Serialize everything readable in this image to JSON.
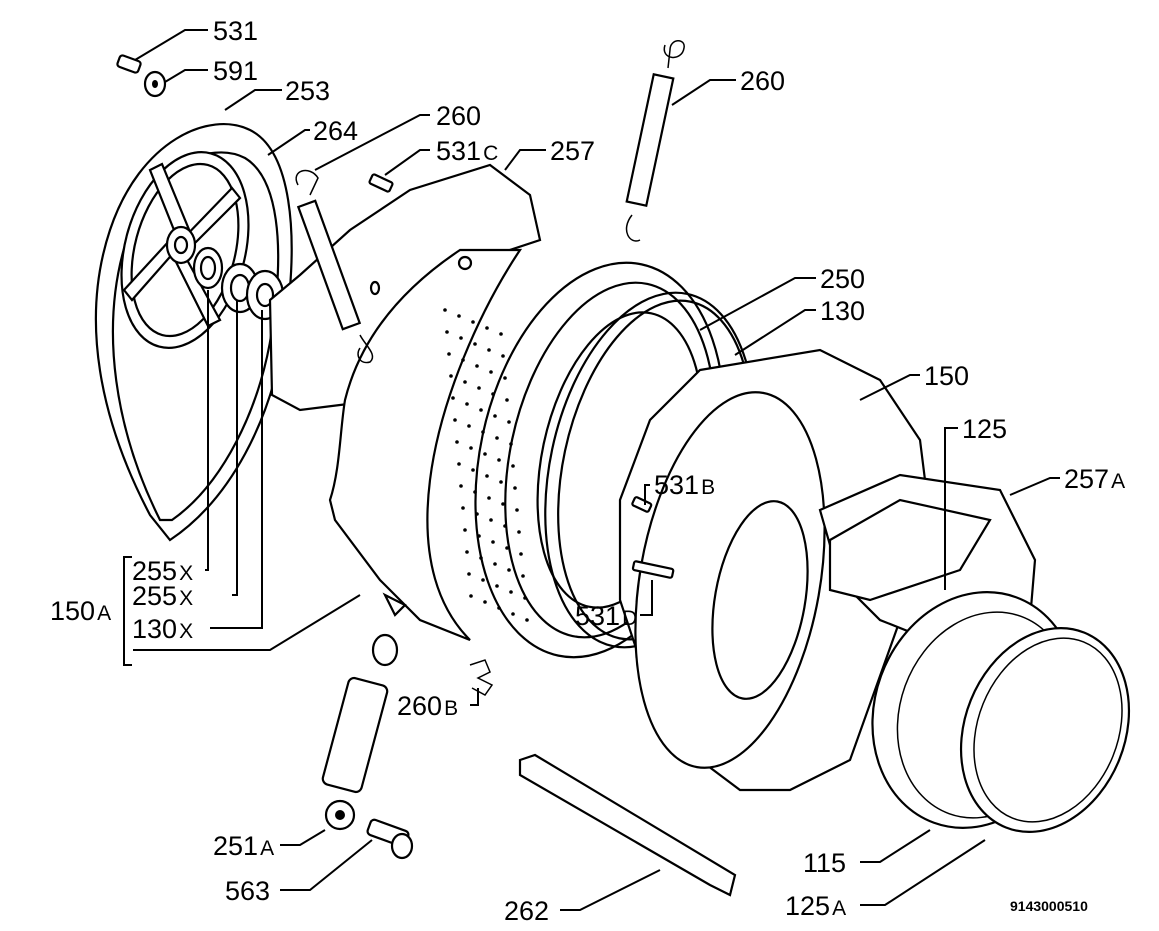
{
  "diagram": {
    "code": "9143000510",
    "labels": {
      "p531": {
        "num": "531",
        "sub": ""
      },
      "p591": {
        "num": "591",
        "sub": ""
      },
      "p253": {
        "num": "253",
        "sub": ""
      },
      "p264": {
        "num": "264",
        "sub": ""
      },
      "p260a": {
        "num": "260",
        "sub": ""
      },
      "p531c": {
        "num": "531",
        "sub": "C"
      },
      "p257": {
        "num": "257",
        "sub": ""
      },
      "p260b": {
        "num": "260",
        "sub": ""
      },
      "p250": {
        "num": "250",
        "sub": ""
      },
      "p130": {
        "num": "130",
        "sub": ""
      },
      "p150": {
        "num": "150",
        "sub": ""
      },
      "p125": {
        "num": "125",
        "sub": ""
      },
      "p257a": {
        "num": "257",
        "sub": "A"
      },
      "p531b": {
        "num": "531",
        "sub": "B"
      },
      "p531d": {
        "num": "531",
        "sub": "D"
      },
      "p255x1": {
        "num": "255",
        "sub": "X"
      },
      "p255x2": {
        "num": "255",
        "sub": "X"
      },
      "p130x": {
        "num": "130",
        "sub": "X"
      },
      "p150a": {
        "num": "150",
        "sub": "A"
      },
      "p260bb": {
        "num": "260",
        "sub": "B"
      },
      "p251a": {
        "num": "251",
        "sub": "A"
      },
      "p563": {
        "num": "563",
        "sub": ""
      },
      "p262": {
        "num": "262",
        "sub": ""
      },
      "p115": {
        "num": "115",
        "sub": ""
      },
      "p125a": {
        "num": "125",
        "sub": "A"
      }
    }
  }
}
